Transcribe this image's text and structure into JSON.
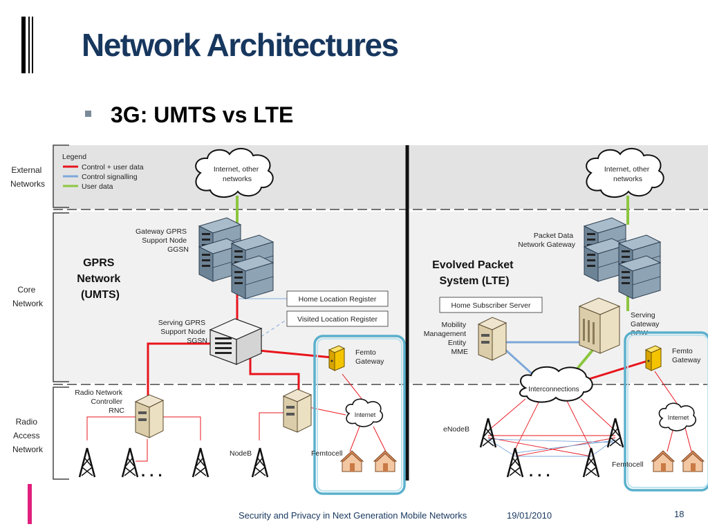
{
  "slide": {
    "title": "Network Architectures",
    "bullet": "3G: UMTS vs LTE",
    "footer_text": "Security and Privacy in Next Generation Mobile Networks",
    "footer_date": "19/01/2010",
    "page_number": "18"
  },
  "diagram": {
    "layers": {
      "external": [
        "External",
        "Networks"
      ],
      "core": [
        "Core",
        "Network"
      ],
      "radio": [
        "Radio",
        "Access",
        "Network"
      ]
    },
    "legend": {
      "title": "Legend",
      "items": [
        {
          "label": "Control + user data",
          "color": "#e8141c"
        },
        {
          "label": "Control signalling",
          "color": "#7da7d9"
        },
        {
          "label": "User data",
          "color": "#8cc63f"
        }
      ]
    },
    "umts": {
      "heading": [
        "GPRS",
        "Network",
        "(UMTS)"
      ],
      "cloud": [
        "Internet, other",
        "networks"
      ],
      "ggsn": [
        "Gateway GPRS",
        "Support Node",
        "GGSN"
      ],
      "hlr": "Home Location Register",
      "vlr": "Visited Location Register",
      "sgsn": [
        "Serving GPRS",
        "Support Node",
        "SGSN"
      ],
      "femto_gateway": [
        "Femto",
        "Gateway"
      ],
      "rnc": [
        "Radio Network",
        "Controller",
        "RNC"
      ],
      "internet": "Internet",
      "nodeb": "NodeB",
      "femtocell": "Femtocell",
      "dots": ". . ."
    },
    "lte": {
      "heading": [
        "Evolved Packet",
        "System (LTE)"
      ],
      "cloud": [
        "Internet, other",
        "networks"
      ],
      "pgw": [
        "Packet Data",
        "Network Gateway"
      ],
      "hss": "Home Subscriber Server",
      "mme": [
        "Mobility",
        "Management",
        "Entity",
        "MME"
      ],
      "sgw": [
        "Serving",
        "Gateway",
        "SGW"
      ],
      "femto_gateway": [
        "Femto",
        "Gateway"
      ],
      "interconnections": "Interconnections",
      "internet": "Internet",
      "enodeb": "eNodeB",
      "femtocell": "Femtocell",
      "dots": ". . ."
    }
  }
}
